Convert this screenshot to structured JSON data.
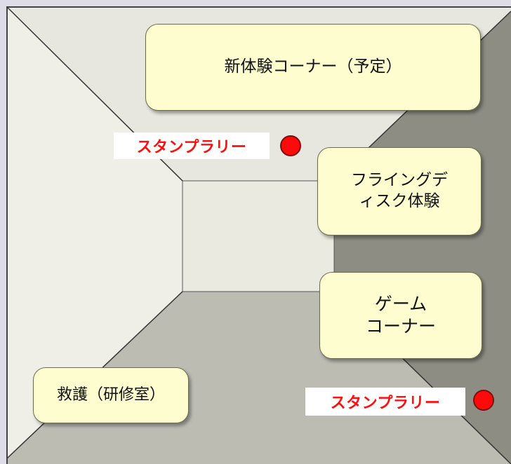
{
  "rooms": {
    "new_experience": "新体験コーナー（予定）",
    "flying_disc": "フライングデ\nィスク体験",
    "game_corner": "ゲーム\nコーナー",
    "first_aid": "救護（研修室）"
  },
  "stamp_rally": {
    "top_label": "スタンプラリー",
    "bottom_label": "スタンプラリー"
  },
  "colors": {
    "stamp_text": "#ff1010",
    "stamp_dot": "#ff0a0a",
    "box_fill": "#fdfdd0"
  }
}
